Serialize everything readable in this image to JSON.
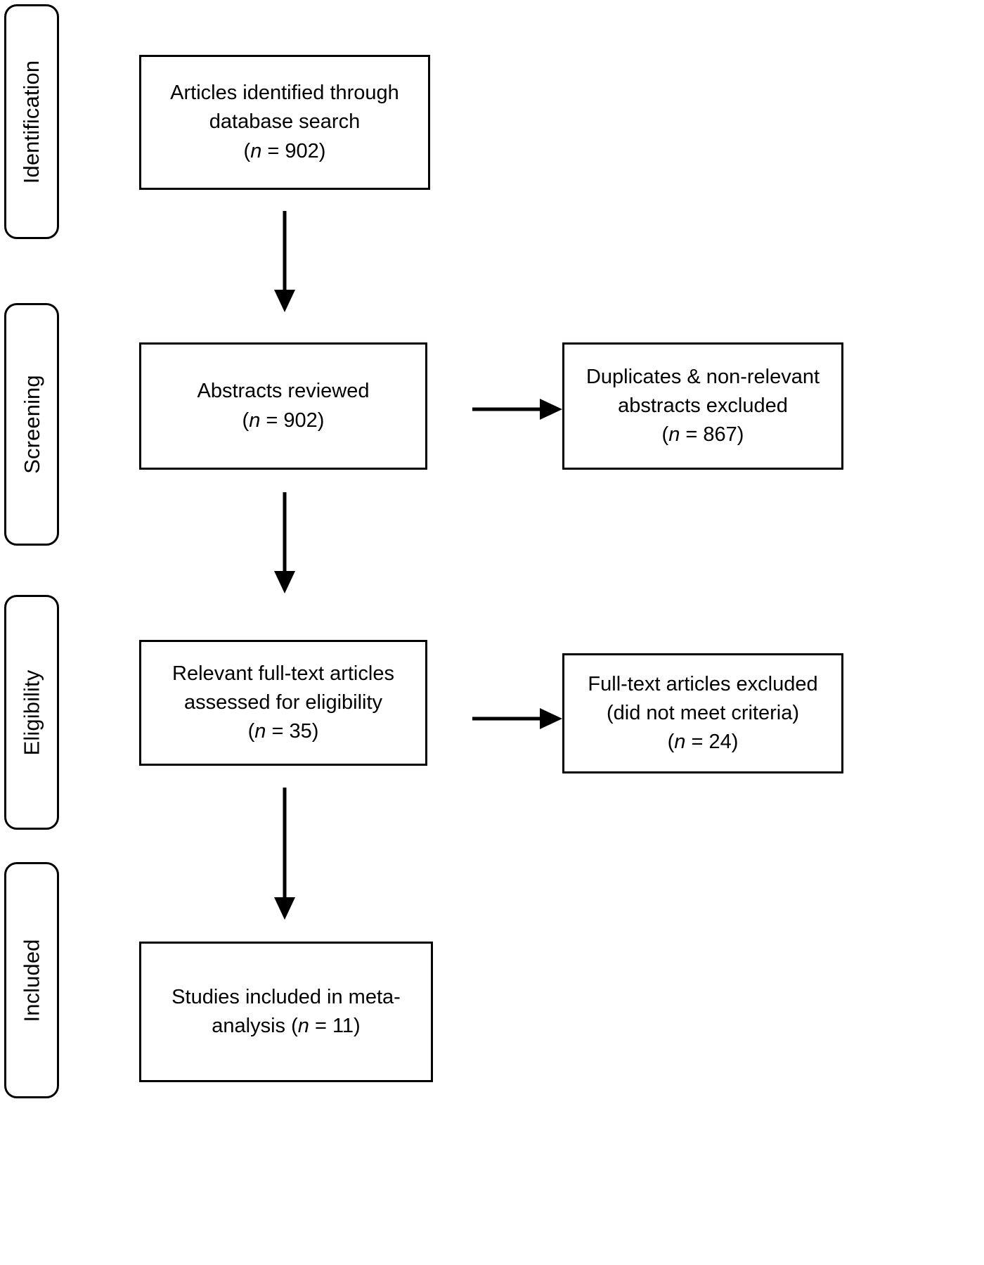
{
  "diagram": {
    "type": "prisma-flow-diagram",
    "stages": [
      {
        "id": "identification",
        "label": "Identification"
      },
      {
        "id": "screening",
        "label": "Screening"
      },
      {
        "id": "eligibility",
        "label": "Eligibility"
      },
      {
        "id": "included",
        "label": "Included"
      }
    ],
    "boxes": {
      "identified": {
        "line1": "Articles identified through",
        "line2": "database search",
        "n_open": "(",
        "n_symbol": "n",
        "n_value": " = 902)"
      },
      "abstracts_reviewed": {
        "line1": "Abstracts reviewed",
        "n_open": "(",
        "n_symbol": "n",
        "n_value": " = 902)"
      },
      "excluded_abstracts": {
        "line1": "Duplicates & non-relevant",
        "line2": "abstracts excluded",
        "n_open": "(",
        "n_symbol": "n",
        "n_value": " = 867)"
      },
      "fulltext_assessed": {
        "line1": "Relevant full-text articles",
        "line2": "assessed for eligibility",
        "n_open": "(",
        "n_symbol": "n",
        "n_value": " = 35)"
      },
      "excluded_fulltext": {
        "line1": "Full-text articles excluded",
        "line2": "(did not meet criteria)",
        "n_open": "(",
        "n_symbol": "n",
        "n_value": " = 24)"
      },
      "included_studies": {
        "line1": "Studies included in meta-",
        "line2_pre": "analysis ",
        "n_open": "(",
        "n_symbol": "n",
        "n_value": " = 11)"
      }
    },
    "arrows": [
      {
        "id": "identified-to-abstracts",
        "direction": "down"
      },
      {
        "id": "abstracts-to-fulltext",
        "direction": "down"
      },
      {
        "id": "fulltext-to-included",
        "direction": "down"
      },
      {
        "id": "abstracts-to-excluded",
        "direction": "right"
      },
      {
        "id": "fulltext-to-excluded",
        "direction": "right"
      }
    ],
    "colors": {
      "stroke": "#000000",
      "background": "#ffffff",
      "text": "#000000"
    }
  }
}
